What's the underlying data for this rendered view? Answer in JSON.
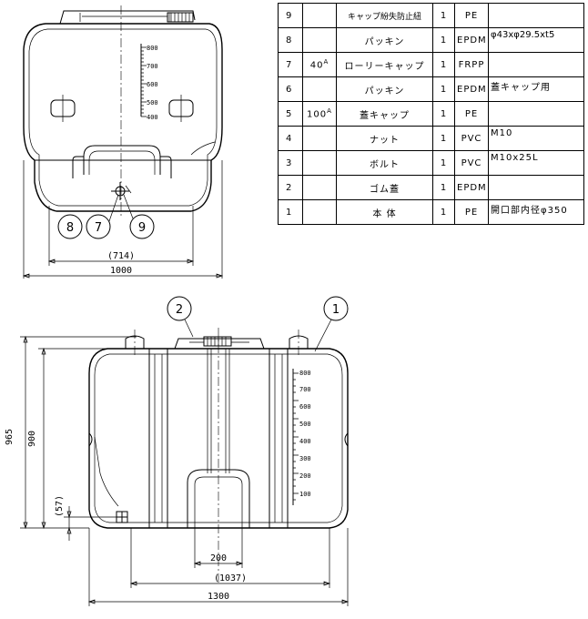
{
  "parts_table": {
    "rows": [
      {
        "no": "9",
        "ref": "",
        "name": "キャップ紛失防止紐",
        "qty": "1",
        "material": "PE",
        "note": ""
      },
      {
        "no": "8",
        "ref": "",
        "name": "パッキン",
        "qty": "1",
        "material": "EPDM",
        "note": "φ43xφ29.5xt5"
      },
      {
        "no": "7",
        "ref": "40",
        "ref_sup": "A",
        "name": "ローリーキャップ",
        "qty": "1",
        "material": "FRPP",
        "note": ""
      },
      {
        "no": "6",
        "ref": "",
        "name": "パッキン",
        "qty": "1",
        "material": "EPDM",
        "note": "蓋キャップ用"
      },
      {
        "no": "5",
        "ref": "100",
        "ref_sup": "A",
        "name": "蓋キャップ",
        "qty": "1",
        "material": "PE",
        "note": ""
      },
      {
        "no": "4",
        "ref": "",
        "name": "ナット",
        "qty": "1",
        "material": "PVC",
        "note": "M10"
      },
      {
        "no": "3",
        "ref": "",
        "name": "ボルト",
        "qty": "1",
        "material": "PVC",
        "note": "M10x25L"
      },
      {
        "no": "2",
        "ref": "",
        "name": "ゴム蓋",
        "qty": "1",
        "material": "EPDM",
        "note": ""
      },
      {
        "no": "1",
        "ref": "",
        "name": "本 体",
        "qty": "1",
        "material": "PE",
        "note": "開口部内径φ350"
      }
    ]
  },
  "side_view": {
    "scale_labels": [
      "800",
      "700",
      "600",
      "500",
      "400"
    ],
    "balloons": [
      "8",
      "7",
      "9"
    ],
    "dim_inner": "(714)",
    "dim_outer": "1000"
  },
  "front_view": {
    "scale_labels": [
      "800",
      "700",
      "600",
      "500",
      "400",
      "300",
      "200",
      "100"
    ],
    "balloons": [
      "2",
      "1"
    ],
    "dim_965": "965",
    "dim_900": "900",
    "dim_57": "(57)",
    "dim_200": "200",
    "dim_1037": "(1037)",
    "dim_1300": "1300"
  }
}
